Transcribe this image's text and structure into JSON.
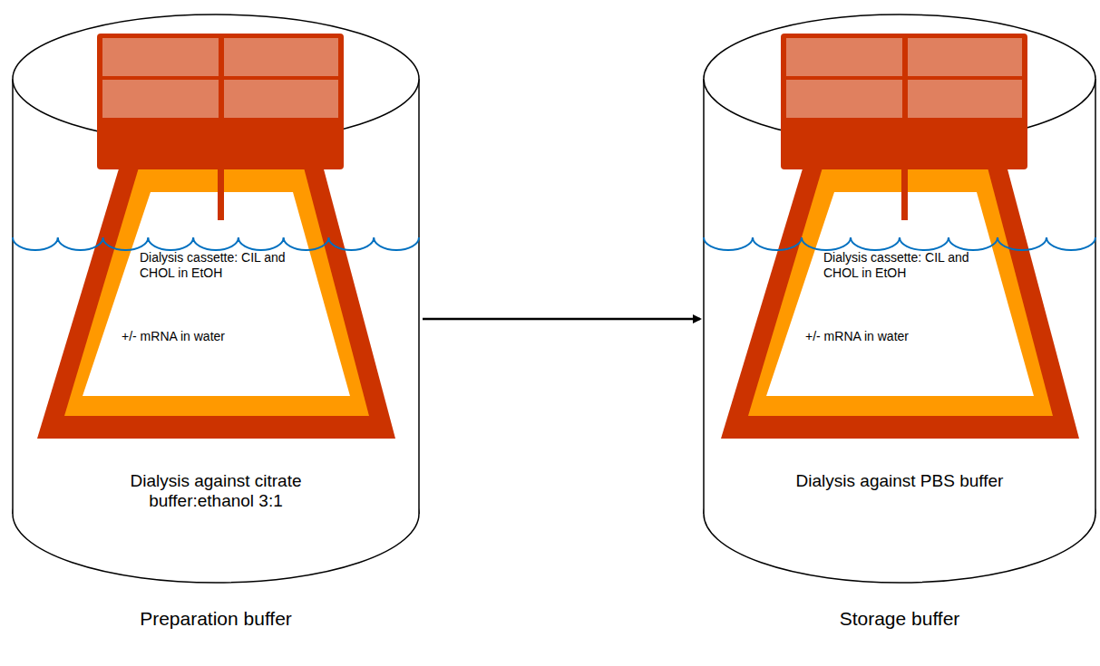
{
  "diagram": {
    "nodes": [
      {
        "text": [
          "Dialysis against citrate buffer:ethanol 3:1",
          "Preparation buffer"
        ]
      },
      {
        "text": [
          "Dialysis cassette: CIL and CHOL in EtOH",
          "+/- mRNA in water"
        ],
        "in": 0
      },
      {
        "text": [
          "Dialysis against PBS buffer",
          "Storage buffer"
        ]
      },
      {
        "text": [
          "Dialysis cassette: CIL and CHOL in EtOH",
          "+/- mRNA in water"
        ],
        "in": 2
      }
    ],
    "edges": [
      {
        "from": 0,
        "to": 2,
        "arrow": "to"
      }
    ]
  }
}
